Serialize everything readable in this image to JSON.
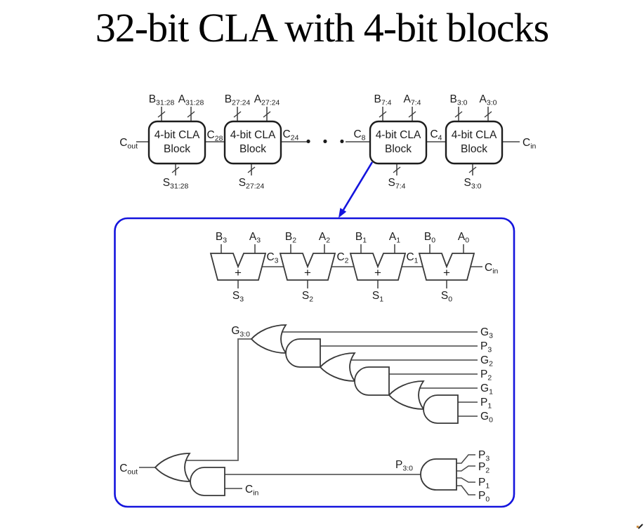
{
  "title": "32-bit CLA with 4-bit blocks",
  "colors": {
    "accent_blue": "#1414dd"
  },
  "top_chain": {
    "cout": {
      "main": "C",
      "sub": "out"
    },
    "cin": {
      "main": "C",
      "sub": "in"
    },
    "ellipsis": "• • •",
    "carries": [
      {
        "main": "C",
        "sub": "28"
      },
      {
        "main": "C",
        "sub": "24"
      },
      {
        "main": "C",
        "sub": "8"
      },
      {
        "main": "C",
        "sub": "4"
      }
    ],
    "blocks": [
      {
        "line1": "4-bit CLA",
        "line2": "Block",
        "b": {
          "main": "B",
          "sub": "31:28"
        },
        "a": {
          "main": "A",
          "sub": "31:28"
        },
        "s": {
          "main": "S",
          "sub": "31:28"
        }
      },
      {
        "line1": "4-bit CLA",
        "line2": "Block",
        "b": {
          "main": "B",
          "sub": "27:24"
        },
        "a": {
          "main": "A",
          "sub": "27:24"
        },
        "s": {
          "main": "S",
          "sub": "27:24"
        }
      },
      {
        "line1": "4-bit CLA",
        "line2": "Block",
        "b": {
          "main": "B",
          "sub": "7:4"
        },
        "a": {
          "main": "A",
          "sub": "7:4"
        },
        "s": {
          "main": "S",
          "sub": "7:4"
        }
      },
      {
        "line1": "4-bit CLA",
        "line2": "Block",
        "b": {
          "main": "B",
          "sub": "3:0"
        },
        "a": {
          "main": "A",
          "sub": "3:0"
        },
        "s": {
          "main": "S",
          "sub": "3:0"
        }
      }
    ]
  },
  "detail": {
    "adders": [
      {
        "b": {
          "main": "B",
          "sub": "3"
        },
        "a": {
          "main": "A",
          "sub": "3"
        },
        "s": {
          "main": "S",
          "sub": "3"
        },
        "op": "+"
      },
      {
        "b": {
          "main": "B",
          "sub": "2"
        },
        "a": {
          "main": "A",
          "sub": "2"
        },
        "s": {
          "main": "S",
          "sub": "2"
        },
        "op": "+"
      },
      {
        "b": {
          "main": "B",
          "sub": "1"
        },
        "a": {
          "main": "A",
          "sub": "1"
        },
        "s": {
          "main": "S",
          "sub": "1"
        },
        "op": "+"
      },
      {
        "b": {
          "main": "B",
          "sub": "0"
        },
        "a": {
          "main": "A",
          "sub": "0"
        },
        "s": {
          "main": "S",
          "sub": "0"
        },
        "op": "+"
      }
    ],
    "carries": [
      {
        "main": "C",
        "sub": "3"
      },
      {
        "main": "C",
        "sub": "2"
      },
      {
        "main": "C",
        "sub": "1"
      }
    ],
    "adder_cin": {
      "main": "C",
      "sub": "in"
    },
    "g_group": {
      "main": "G",
      "sub": "3:0"
    },
    "p_group": {
      "main": "P",
      "sub": "3:0"
    },
    "cout": {
      "main": "C",
      "sub": "out"
    },
    "cin": {
      "main": "C",
      "sub": "in"
    },
    "gp_outputs": [
      {
        "main": "G",
        "sub": "3"
      },
      {
        "main": "P",
        "sub": "3"
      },
      {
        "main": "G",
        "sub": "2"
      },
      {
        "main": "P",
        "sub": "2"
      },
      {
        "main": "G",
        "sub": "1"
      },
      {
        "main": "P",
        "sub": "1"
      },
      {
        "main": "G",
        "sub": "0"
      }
    ],
    "p_inputs": [
      {
        "main": "P",
        "sub": "3"
      },
      {
        "main": "P",
        "sub": "2"
      },
      {
        "main": "P",
        "sub": "1"
      },
      {
        "main": "P",
        "sub": "0"
      }
    ]
  }
}
